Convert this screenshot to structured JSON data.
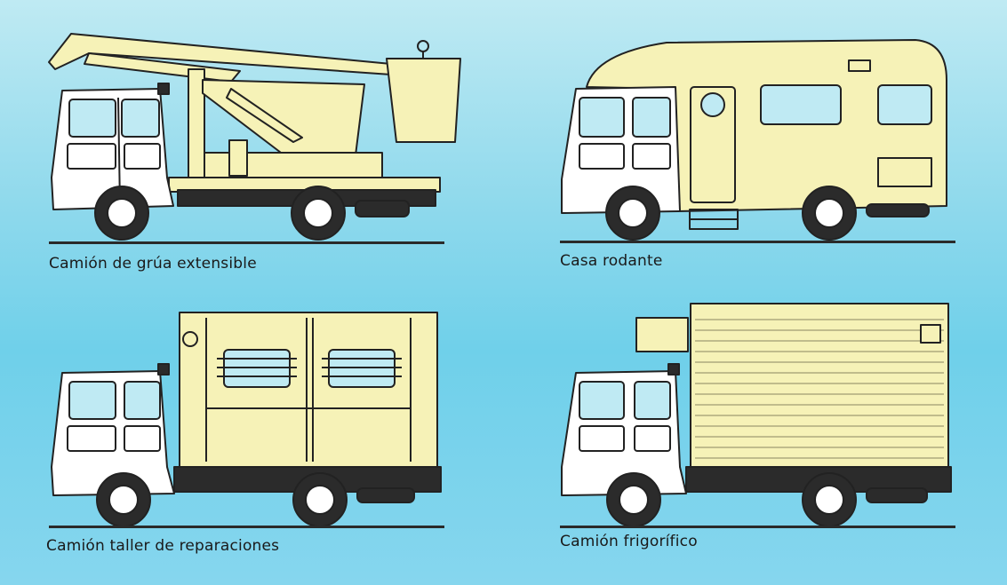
{
  "captions": {
    "crane": "Camión de grúa extensible",
    "camper": "Casa rodante",
    "workshop": "Camión taller de reparaciones",
    "reefer": "Camión frigorífico"
  },
  "colors": {
    "background": "#8fd9ec",
    "body": "#f6f2b7",
    "cab": "#ffffff",
    "line": "#222222",
    "window": "#bfeaf3"
  }
}
